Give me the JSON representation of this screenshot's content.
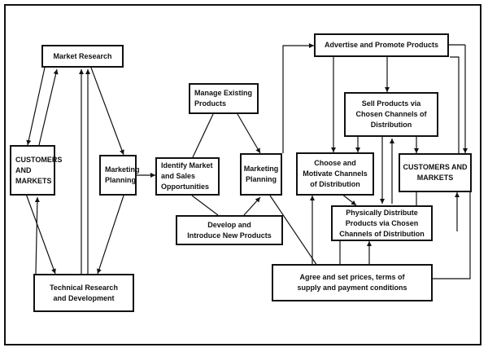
{
  "diagram": {
    "boxes": {
      "market_research": "Market Research",
      "customers_markets_left": "CUSTOMERS\nAND\nMARKETS",
      "marketing_planning_left": "Marketing\nPlanning",
      "technical_research": "Technical Research\nand Development",
      "manage_existing": "Manage Existing\nProducts",
      "identify_market": "Identify Market\nand Sales\nOpportunities",
      "develop_introduce": "Develop and\nIntroduce New Products",
      "marketing_planning_mid": "Marketing\nPlanning",
      "advertise_promote": "Advertise and Promote Products",
      "sell_products": "Sell Products via\nChosen Channels of\nDistribution",
      "choose_motivate": "Choose and\nMotivate Channels\nof Distribution",
      "customers_markets_right": "CUSTOMERS AND\nMARKETS",
      "physically_distribute": "Physically Distribute\nProducts via Chosen\nChannels of Distribution",
      "agree_prices": "Agree and set prices, terms of\nsupply and payment conditions"
    },
    "colors": {
      "line": "#111111",
      "background": "#ffffff"
    }
  }
}
